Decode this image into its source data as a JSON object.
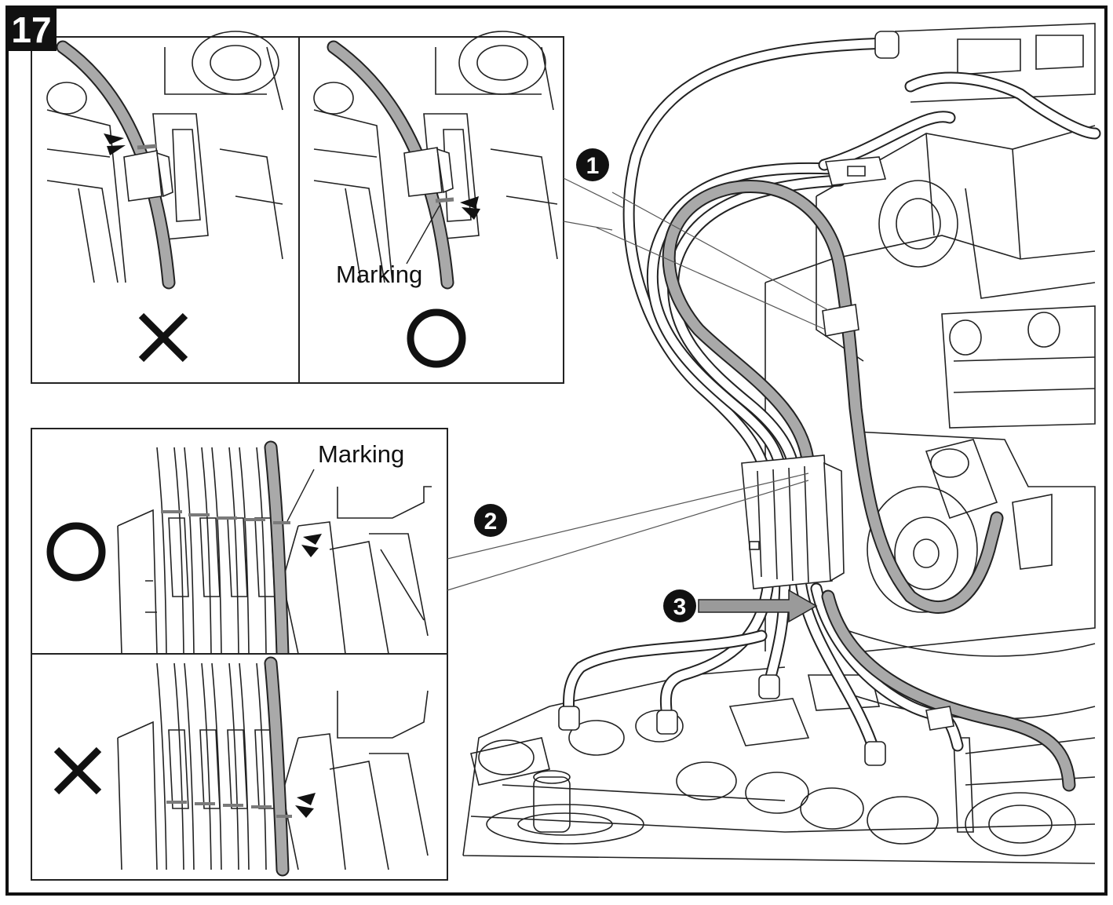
{
  "step": {
    "number": "17"
  },
  "callouts": [
    {
      "number": "1"
    },
    {
      "number": "2"
    },
    {
      "number": "3"
    }
  ],
  "panels": {
    "top_left": {
      "verdict_symbol": "✕"
    },
    "top_right": {
      "label": "Marking",
      "verdict_symbol": "○"
    },
    "mid": {
      "label": "Marking",
      "verdict_symbol": "○"
    },
    "bottom": {
      "verdict_symbol": "✕"
    }
  },
  "icons": {
    "incorrect": "x-mark-icon",
    "correct": "circle-mark-icon",
    "pointer": "arrowhead-icon"
  },
  "colors": {
    "line": "#222222",
    "marked_hose": "#a9a9a9",
    "marking": "#7a7a7a",
    "background": "#ffffff"
  }
}
